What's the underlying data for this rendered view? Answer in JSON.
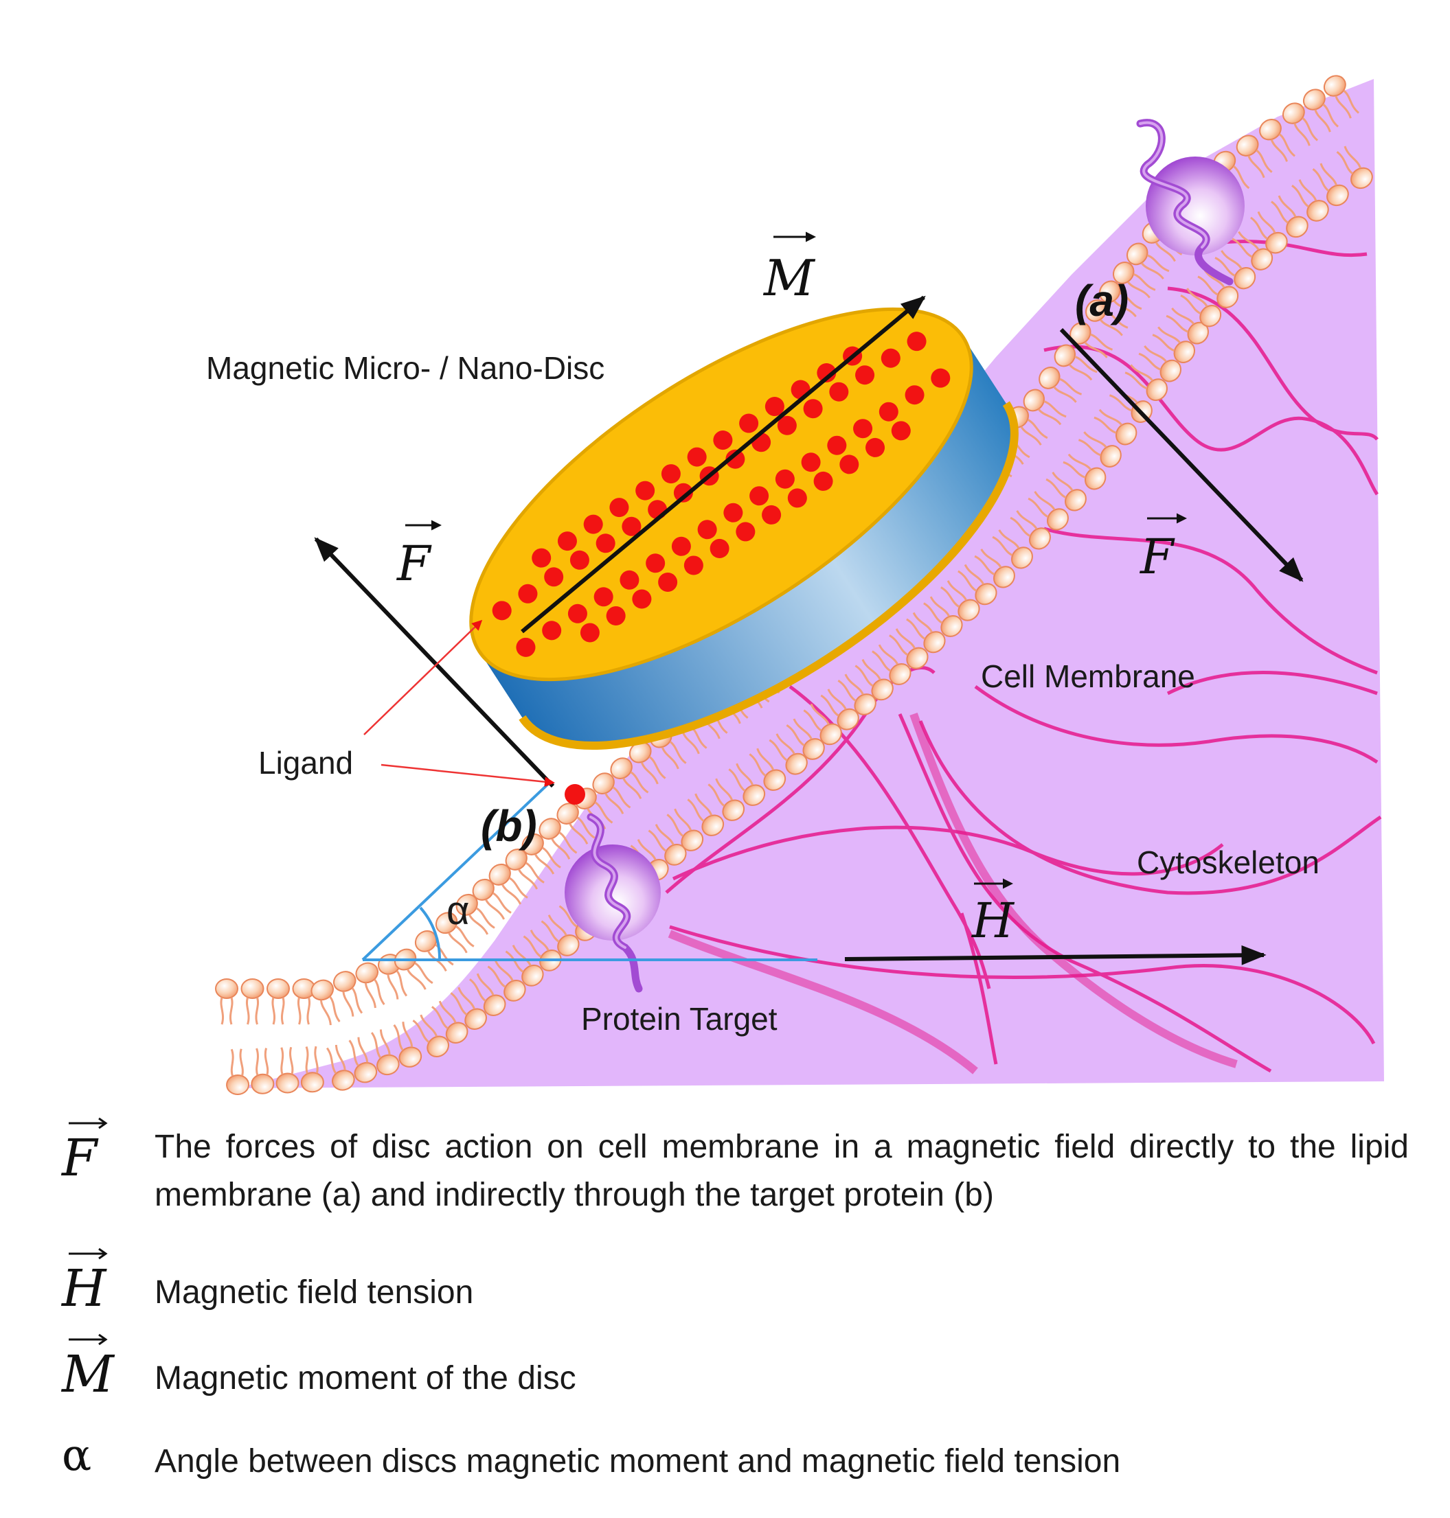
{
  "labels": {
    "disc": "Magnetic Micro- / Nano-Disc",
    "ligand": "Ligand",
    "cell_membrane": "Cell Membrane",
    "cytoskeleton": "Cytoskeleton",
    "protein_target": "Protein Target",
    "point_a": "(a)",
    "point_b": "(b)",
    "alpha": "α"
  },
  "vectors": {
    "force": "F",
    "field": "H",
    "moment": "M"
  },
  "legend": [
    {
      "symbol": "F",
      "text": "The forces of disc action on cell membrane in a magnetic field directly to the lipid membrane (a) and indirectly through the target protein (b)"
    },
    {
      "symbol": "H",
      "text": "Magnetic field tension"
    },
    {
      "symbol": "M",
      "text": "Magnetic moment of the disc"
    },
    {
      "symbol": "α",
      "text": "Angle between discs magnetic moment and magnetic field tension"
    }
  ],
  "colors": {
    "cytoplasm": "#e2b6fb",
    "disc_top": "#fbbd07",
    "disc_side": "#2f86c8",
    "ligand_dots": "#f21313",
    "cytoskeleton": "#e6198c",
    "lipid_head": "#f8c2a0",
    "angle_lines": "#3b9be0",
    "protein": "#a24bd3"
  }
}
